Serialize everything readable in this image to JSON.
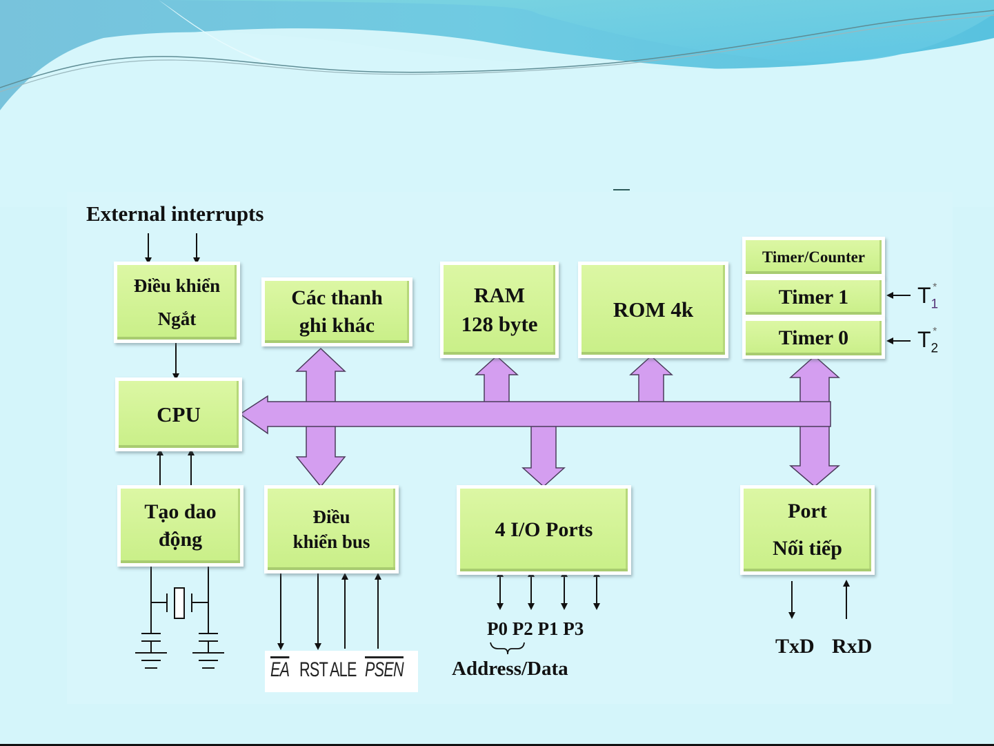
{
  "title_labels": {
    "external_interrupts": "External interrupts"
  },
  "blocks": {
    "interrupt_control": [
      "Điều khiển",
      "Ngắt"
    ],
    "other_registers": [
      "Các thanh",
      "ghi khác"
    ],
    "ram": [
      "RAM",
      "128 byte"
    ],
    "rom": [
      "ROM 4k"
    ],
    "timer_counter": "Timer/Counter",
    "timer1": "Timer 1",
    "timer0": "Timer 0",
    "cpu": "CPU",
    "oscillator": [
      "Tạo dao",
      "động"
    ],
    "bus_control": [
      "Điều",
      "khiển bus"
    ],
    "io_ports": "4 I/O Ports",
    "serial_port": [
      "Port",
      "Nối tiếp"
    ]
  },
  "timer_inputs": {
    "t1": {
      "base": "T",
      "sub": "1",
      "sup": "*"
    },
    "t2": {
      "base": "T",
      "sub": "2",
      "sup": "*"
    }
  },
  "bus_signals": {
    "ea": "EA",
    "rst": "RST",
    "ale": "ALE",
    "psen": "PSEN"
  },
  "ports": [
    "P0",
    "P2",
    "P1",
    "P3"
  ],
  "address_data_label": "Address/Data",
  "serial_signals": {
    "txd": "TxD",
    "rxd": "RxD"
  },
  "colors": {
    "block_fill": "#cdf08c",
    "bus_fill": "#d49ef0",
    "bus_stroke": "#4a3a5a",
    "background": "#d4f5fa",
    "header_wave": "#6ccde0"
  }
}
